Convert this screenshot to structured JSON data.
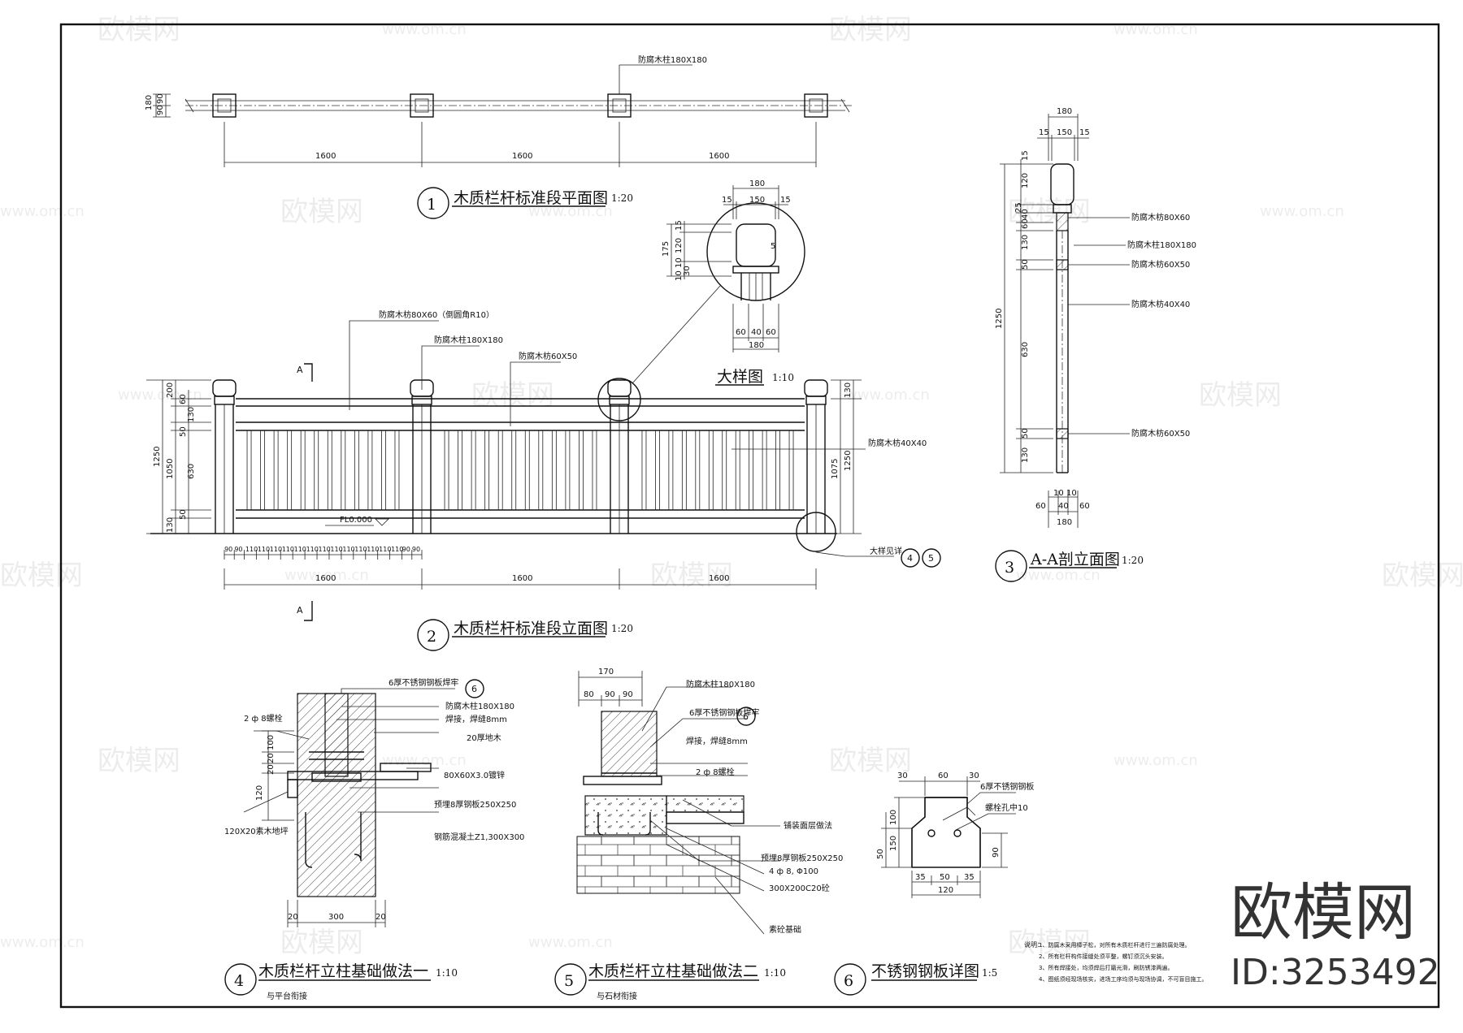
{
  "drawing": {
    "view1": {
      "num": "1",
      "title": "木质栏杆标准段平面图",
      "scale": "1:20",
      "post_label": "防腐木柱180X180",
      "left_dims": [
        "180",
        "90",
        "90"
      ],
      "spans": [
        "1600",
        "1600",
        "1600"
      ]
    },
    "view2": {
      "num": "2",
      "title": "木质栏杆标准段立面图",
      "scale": "1:20",
      "labels": {
        "top_rail": "防腐木枋80X60（倒圆角R10）",
        "post": "防腐木柱180X180",
        "mid_rail": "防腐木枋60X50",
        "baluster": "防腐木枋40X40",
        "detail_ref": "大样见详"
      },
      "section_mark": "A",
      "level": "FL0.000",
      "left_dims": [
        "200",
        "60",
        "130",
        "50",
        "1250",
        "1050",
        "630",
        "50",
        "130"
      ],
      "right_dims": [
        "130",
        "1075",
        "1250"
      ],
      "bottom_small": [
        "90",
        "90",
        "110",
        "110",
        "110",
        "110",
        "110",
        "110",
        "110",
        "110",
        "110",
        "110",
        "110",
        "110",
        "110",
        "90",
        "90"
      ],
      "spans": [
        "1600",
        "1600",
        "1600"
      ]
    },
    "detail": {
      "title": "大样图",
      "scale": "1:10",
      "top_dims": [
        "180",
        "15",
        "150",
        "15"
      ],
      "left_dims": [
        "175",
        "15",
        "120",
        "10",
        "30",
        "10"
      ],
      "side_dim": "5",
      "bottom_dims": [
        "60",
        "40",
        "60",
        "180"
      ]
    },
    "view3": {
      "num": "3",
      "title": "A-A剖立面图",
      "scale": "1:20",
      "top_dims": [
        "180",
        "15",
        "150",
        "15"
      ],
      "left_dims": [
        "15",
        "120",
        "25",
        "40",
        "60",
        "130",
        "50",
        "630",
        "50",
        "130",
        "1250"
      ],
      "labels": [
        "防腐木枋80X60",
        "防腐木柱180X180",
        "防腐木枋60X50",
        "防腐木枋40X40",
        "防腐木枋60X50"
      ],
      "bottom_dims": [
        "10",
        "10",
        "60",
        "40",
        "60",
        "180"
      ]
    },
    "view4": {
      "num": "4",
      "title": "木质栏杆立柱基础做法一",
      "scale": "1:10",
      "subtitle": "与平台衔接",
      "ref": "6",
      "labels": [
        "6厚不锈钢钢板焊牢",
        "防腐木柱180X180",
        "焊接，焊缝8mm",
        "20厚地木",
        "80X60X3.0镀锌",
        "预埋8厚钢板250X250",
        "钢筋混凝土Z1,300X300",
        "2 ф 8螺栓",
        "120X20素木地坪"
      ],
      "left_dims": [
        "100",
        "20",
        "20",
        "120"
      ],
      "bottom_dims": [
        "20",
        "300",
        "20"
      ]
    },
    "view5": {
      "num": "5",
      "title": "木质栏杆立柱基础做法二",
      "scale": "1:10",
      "subtitle": "与石材衔接",
      "ref": "6",
      "labels": [
        "防腐木柱180X180",
        "6厚不锈钢钢板焊牢",
        "焊接，焊缝8mm",
        "2 ф 8螺栓",
        "铺装面层做法",
        "预埋8厚钢板250X250",
        "4 ф 8, Φ100",
        "300X200C20砼",
        "素砼基础"
      ],
      "top_dims": [
        "170",
        "80",
        "90",
        "90"
      ]
    },
    "view6": {
      "num": "6",
      "title": "不锈钢钢板详图",
      "scale": "1:5",
      "labels": [
        "6厚不锈钢钢板",
        "螺栓孔中10"
      ],
      "top_dims": [
        "30",
        "60",
        "30"
      ],
      "left_dims": [
        "150",
        "100",
        "50"
      ],
      "right_dims": [
        "90"
      ],
      "bottom_dims": [
        "35",
        "50",
        "35",
        "120"
      ]
    },
    "notes": {
      "heading": "说明：",
      "items": [
        "1、防腐木采用樟子松，对所有木质栏杆进行三遍防腐处理。",
        "2、所有栏杆构件接缝处须平整，螺钉须沉头安装。",
        "3、所有焊接处，均须焊后打磨光滑，刷防锈漆两遍。",
        "4、图纸须经现场核实，进场工序均须与现场协调，不可盲目施工。"
      ]
    }
  },
  "watermark": {
    "brand": "欧模网",
    "url": "www.om.cn",
    "id": "ID:3253492"
  }
}
